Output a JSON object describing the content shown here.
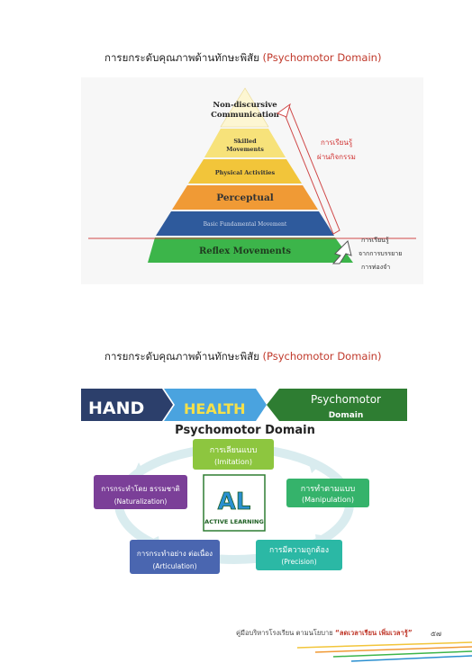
{
  "section1": {
    "heading_th": "การยกระดับคุณภาพด้านทักษะพิสัย",
    "heading_en": "(Psychomotor Domain)",
    "pyramid": [
      {
        "line1": "Non-discursive",
        "line2": "Communication",
        "color": "#fdf6d2"
      },
      {
        "line1": "Skilled",
        "line2": "Movements",
        "color": "#f7e27a"
      },
      {
        "line1": "Physical Activities",
        "line2": "",
        "color": "#f2c53a"
      },
      {
        "line1": "Perceptual",
        "line2": "",
        "color": "#f09a35"
      },
      {
        "line1": "Basic Fundamental Movement",
        "line2": "",
        "color": "#2e5a9c"
      },
      {
        "line1": "Reflex  Movements",
        "line2": "",
        "color": "#3cb54a"
      }
    ],
    "label_activity_1": "การเรียนรู้",
    "label_activity_2": "ผ่านกิจกรรม",
    "label_lecture_1": "การเรียนรู้",
    "label_lecture_2": "จากการบรรยาย",
    "label_lecture_3": "การท่องจำ"
  },
  "section2": {
    "heading_th": "การยกระดับคุณภาพด้านทักษะพิสัย",
    "heading_en": "(Psychomotor Domain)",
    "banner_hand": "HAND",
    "banner_health": "HEALTH",
    "banner_psy_1": "Psychomotor",
    "banner_psy_2": "Domain",
    "cycle_title": "Psychomotor Domain",
    "center_logo_letters": "AL",
    "center_logo_text": "ACTIVE LEARNING",
    "stages": [
      {
        "th": "การเลียนแบบ",
        "en": "(Imitation)",
        "color": "#8dc63f"
      },
      {
        "th": "การทำตามแบบ",
        "en": "(Manipulation)",
        "color": "#35b36b"
      },
      {
        "th": "การมีความถูกต้อง",
        "en": "(Precision)",
        "color": "#2bb8a5"
      },
      {
        "th": "การกระทำอย่าง ต่อเนื่อง",
        "th2": "",
        "en": "(Articulation)",
        "color": "#4a66b0"
      },
      {
        "th": "การกระทำโดย ธรรมชาติ",
        "en": "(Naturalization)",
        "color": "#7b3f98"
      }
    ]
  },
  "footer": {
    "text": "คู่มือบริหารโรงเรียน ตามนโยบาย",
    "quote": "“ลดเวลาเรียน เพิ่มเวลารู้”",
    "page": "๕๗"
  }
}
